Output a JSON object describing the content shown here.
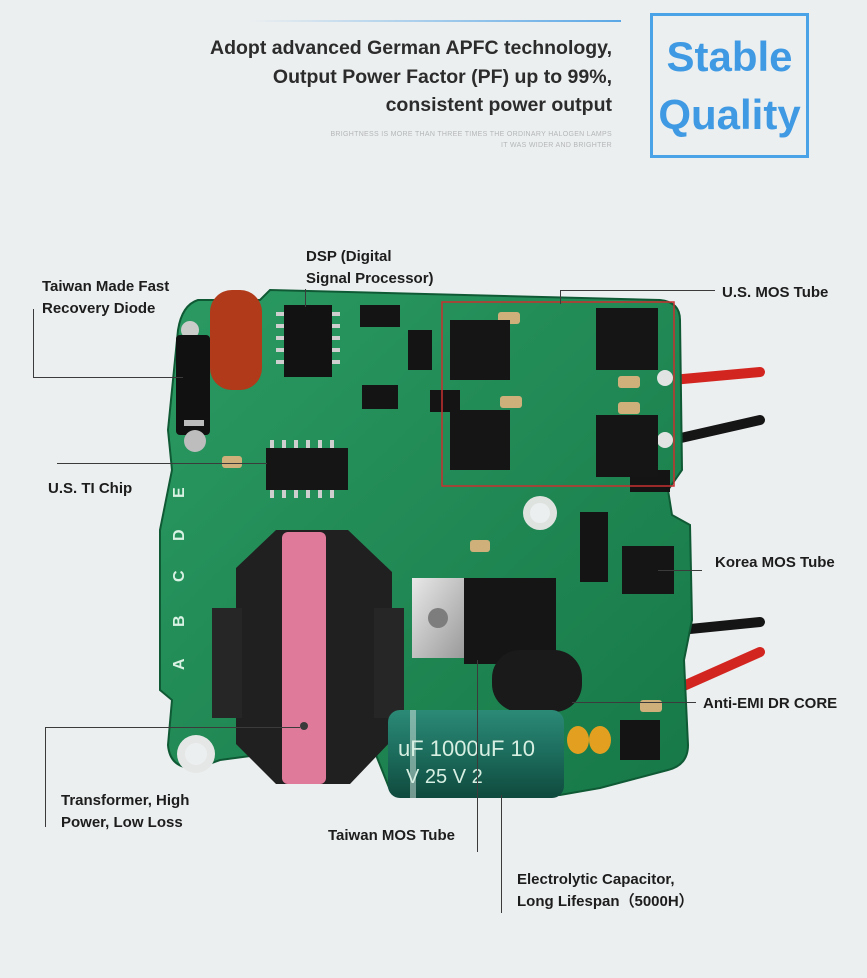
{
  "header": {
    "headline": "Adopt  advanced German APFC technology,\nOutput Power Factor (PF) up to 99%,\nconsistent power output",
    "subtext": "BRIGHTNESS IS MORE THAN THREE TIMES THE ORDINARY HALOGEN LAMPS\nIT WAS WIDER AND BRIGHTER",
    "badge_line1": "Stable",
    "badge_line2": "Quality"
  },
  "colors": {
    "accent_blue": "#4aa3e6",
    "pcb_green": "#1f8a55",
    "transformer_pink": "#e07a9a",
    "capacitor_green": "#1f6f5f",
    "wire_red": "#d3251f",
    "wire_black": "#151515"
  },
  "board_silkscreen": {
    "capacitor_text1": "uF 1000uF 10",
    "capacitor_text2": "V 25 V 2",
    "letters": [
      "A",
      "B",
      "C",
      "D",
      "E"
    ]
  },
  "callouts": {
    "diode": "Taiwan Made Fast\nRecovery Diode",
    "dsp": "DSP (Digital\nSignal Processor)",
    "us_mos": "U.S. MOS Tube",
    "ti_chip": "U.S. TI Chip",
    "korea_mos": "Korea MOS Tube",
    "anti_emi": "Anti-EMI DR CORE",
    "transformer": "Transformer, High\nPower, Low Loss",
    "taiwan_mos": "Taiwan MOS Tube",
    "capacitor": "Electrolytic Capacitor,\nLong Lifespan（5000H）"
  }
}
